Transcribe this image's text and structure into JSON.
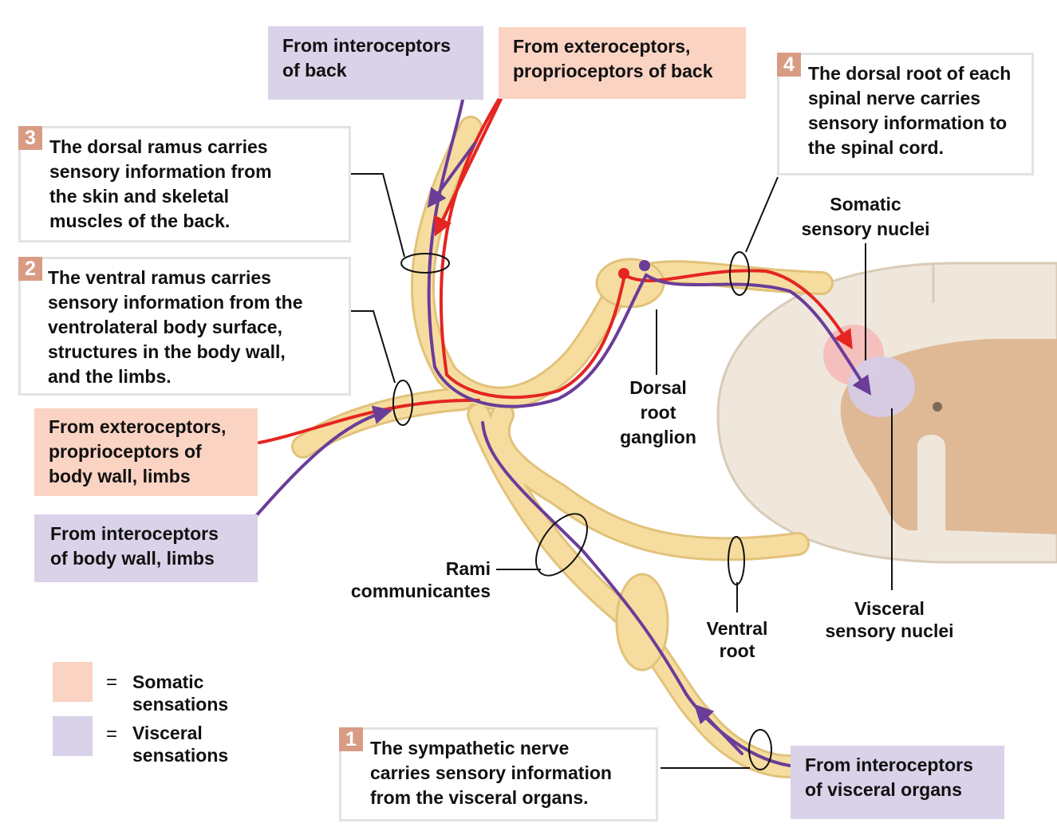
{
  "notes": {
    "n1": {
      "step": "1",
      "lines": [
        "The sympathetic nerve",
        "carries sensory information",
        "from the visceral organs."
      ]
    },
    "n2": {
      "step": "2",
      "lines": [
        "The ventral ramus carries",
        "sensory information from the",
        "ventrolateral body surface,",
        "structures in the body wall,",
        "and the limbs."
      ]
    },
    "n3": {
      "step": "3",
      "lines": [
        "The dorsal ramus carries",
        "sensory information from",
        "the skin and skeletal",
        "muscles of the back."
      ]
    },
    "n4": {
      "step": "4",
      "lines": [
        "The dorsal root of each",
        "spinal nerve carries",
        "sensory information to",
        "the spinal cord."
      ]
    }
  },
  "sources": {
    "intero_back": [
      "From interoceptors",
      "of back"
    ],
    "extero_back": [
      "From exteroceptors,",
      "proprioceptors of back"
    ],
    "extero_body": [
      "From exteroceptors,",
      "proprioceptors of",
      "body wall, limbs"
    ],
    "intero_body": [
      "From interoceptors",
      "of body wall, limbs"
    ],
    "intero_visceral": [
      "From interoceptors",
      "of visceral organs"
    ]
  },
  "labels": {
    "somatic_nuclei": [
      "Somatic",
      "sensory nuclei"
    ],
    "visceral_nuclei": [
      "Visceral",
      "sensory nuclei"
    ],
    "drg": [
      "Dorsal",
      "root",
      "ganglion"
    ],
    "rami": [
      "Rami",
      "communicantes"
    ],
    "ventral_root": [
      "Ventral",
      "root"
    ]
  },
  "legend": {
    "eq": "=",
    "somatic": [
      "Somatic",
      "sensations"
    ],
    "visceral": [
      "Visceral",
      "sensations"
    ]
  },
  "colors": {
    "somatic": "#fbd3c3",
    "visceral": "#d9d2e8",
    "nerve": "#f6dd9f",
    "somatic_path": "#e52521",
    "visceral_path": "#6a3d98",
    "cord_white": "#efe7dc",
    "cord_gray": "#dfb996"
  }
}
